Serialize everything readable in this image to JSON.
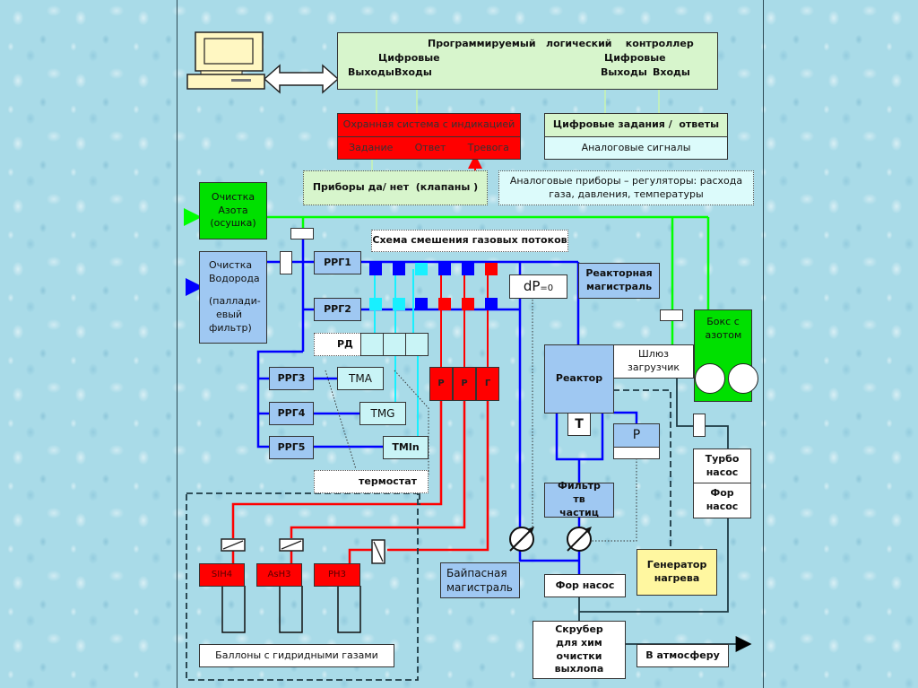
{
  "diagram": {
    "plc": {
      "title": "Программируемый   логический    контроллер",
      "left_group": "Цифровые",
      "left_outputs": "Выходы",
      "left_inputs": "Входы",
      "right_group": "Цифровые",
      "right_outputs": "Выходы",
      "right_inputs": "Входы"
    },
    "alarm_system": {
      "title": "Охранная система с индикацией",
      "task": "Задание",
      "answer": "Ответ",
      "alarm": "Тревога"
    },
    "digital_tasks": "Цифровые задания /  ответы",
    "analog_signals": "Аналоговые сигналы",
    "valves_devices": "Приборы да/ нет  (клапаны )",
    "analog_devices": "Аналоговые приборы – регуляторы: расхода газа, давления, температуры",
    "nitrogen_purification": "Очистка Азота (осушка)",
    "hydrogen_purification": {
      "line1": "Очистка",
      "line2": "Водорода",
      "line3": "(паллади-",
      "line4": "евый",
      "line5": "фильтр)"
    },
    "mixing_scheme": "Схема смешения газовых потоков",
    "mfc": [
      "РРГ1",
      "РРГ2",
      "РРГ3",
      "РРГ4",
      "РРГ5"
    ],
    "pressure_regulator": "РД",
    "bubblers": [
      "TMA",
      "TMG",
      "TMIn"
    ],
    "thermostat": "термостат",
    "hydride_regulators": [
      "Р",
      "Р",
      "Г"
    ],
    "dp": "dP",
    "dp_sub": "=0",
    "reactor_line": "Реакторная магистраль",
    "reactor": "Реактор",
    "loadlock": "Шлюз загрузчик",
    "glovebox": "Бокс с азотом",
    "temperature": "Т",
    "pressure": "Р",
    "turbo_pump": "Турбо насос",
    "fore_pump_right": "Фор насос",
    "particle_filter": "Фильтр тв частиц",
    "bypass_line": "Байпасная магистраль",
    "fore_pump": "Фор насос",
    "heater": "Генератор нагрева",
    "scrubber": "Скрубер для хим очистки выхлопа",
    "atmosphere": "В атмосферу",
    "cylinders": [
      "SIH4",
      "AsH3",
      "PH3"
    ],
    "cylinders_caption": "Баллоны с гидридными газами",
    "valve_matrix": {
      "row1": [
        "blue",
        "blue",
        "cyan",
        "blue",
        "blue",
        "red"
      ],
      "row2": [
        "cyan",
        "cyan",
        "blue",
        "red",
        "red",
        "blue"
      ]
    },
    "colors": {
      "hydrogen_line": "#0000ff",
      "nitrogen_line": "#00ff00",
      "hydride_line": "#ff0000",
      "metalorganic_line": "#18f0ff"
    }
  }
}
